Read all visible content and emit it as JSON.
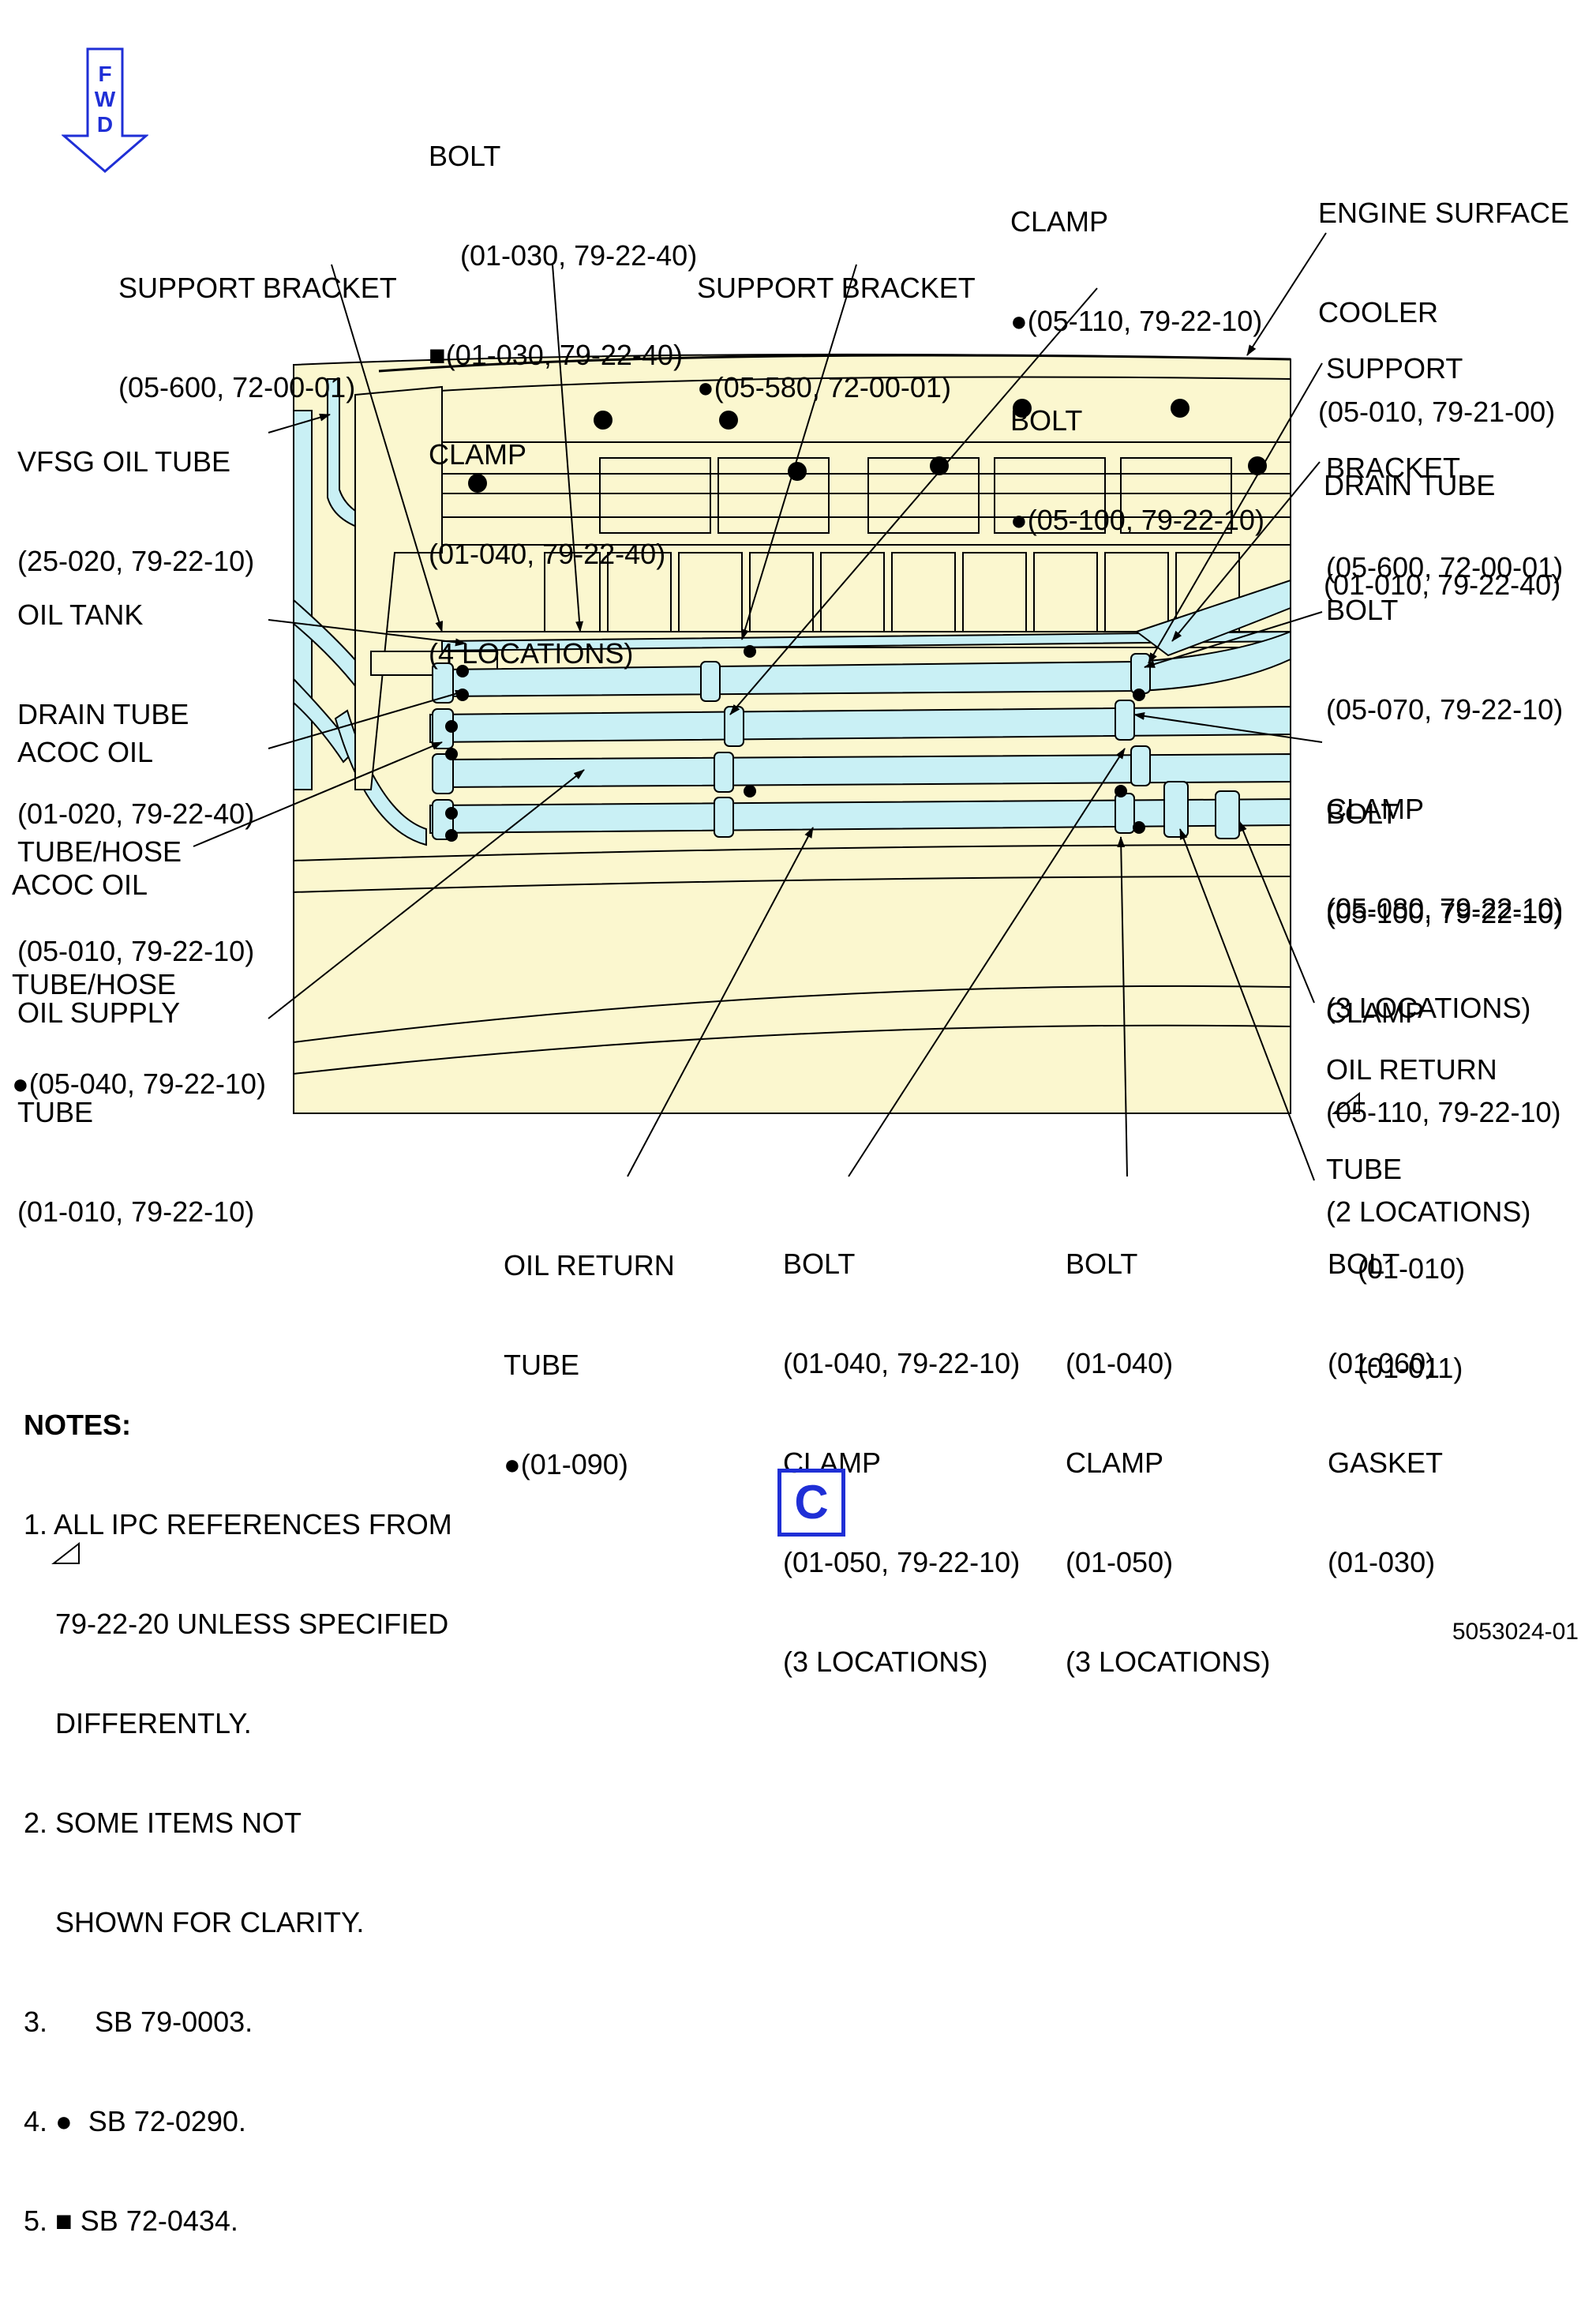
{
  "fwd_arrow": {
    "letters": [
      "F",
      "W",
      "D"
    ]
  },
  "view_label": "C",
  "figure_number": "5053024-01",
  "colors": {
    "structure": "#fbf7cf",
    "tubes": "#c9f0f5",
    "accent": "#1f2fd6",
    "lines": "#000000"
  },
  "labels": {
    "bolt_clamp_top": [
      "BOLT",
      "    (01-030, 79-22-40)",
      "■(01-030, 79-22-40)",
      "CLAMP",
      "(01-040, 79-22-40)",
      "(4 LOCATIONS)"
    ],
    "support_bracket_left": [
      "SUPPORT BRACKET",
      "(05-600, 72-00-01)"
    ],
    "support_bracket_mid": [
      "SUPPORT BRACKET",
      "●(05-580, 72-00-01)"
    ],
    "clamp_bolt_top": [
      "CLAMP",
      "●(05-110, 79-22-10)",
      "BOLT",
      "●(05-100, 79-22-10)"
    ],
    "engine_surface_cooler": [
      "ENGINE SURFACE",
      "COOLER",
      "(05-010, 79-21-00)"
    ],
    "support_bracket_right": [
      "SUPPORT",
      "BRACKET",
      "(05-600, 72-00-01)"
    ],
    "drain_tube": [
      "DRAIN TUBE",
      "(01-010, 79-22-40)"
    ],
    "bolt_clamp_r1": [
      "BOLT",
      "(05-070, 79-22-10)",
      "CLAMP",
      "(05-080, 79-22-10)",
      "(3 LOCATIONS)"
    ],
    "bolt_clamp_r2": [
      "BOLT",
      "(05-100, 79-22-10)",
      "CLAMP",
      "(05-110, 79-22-10)",
      "(2 LOCATIONS)"
    ],
    "vfsg_oil_tube": [
      "VFSG OIL TUBE",
      "(25-020, 79-22-10)"
    ],
    "oil_tank_drain_tube": [
      "OIL TANK",
      "DRAIN TUBE",
      "(01-020, 79-22-40)"
    ],
    "acoc_oil_tube_1": [
      "ACOC OIL",
      "TUBE/HOSE",
      "(05-010, 79-22-10)"
    ],
    "acoc_oil_tube_2": [
      "ACOC OIL",
      "TUBE/HOSE",
      "●(05-040, 79-22-10)"
    ],
    "oil_supply_tube": [
      "OIL SUPPLY",
      "TUBE",
      "(01-010, 79-22-10)"
    ],
    "oil_return_tube_right": [
      "OIL RETURN",
      "TUBE",
      "    (01-010)",
      "    (01-011)"
    ],
    "oil_return_tube_bottom": [
      "OIL RETURN",
      "TUBE",
      "●(01-090)"
    ],
    "bolt_clamp_b1": [
      "BOLT",
      "(01-040, 79-22-10)",
      "CLAMP",
      "(01-050, 79-22-10)",
      "(3 LOCATIONS)"
    ],
    "bolt_clamp_b2": [
      "BOLT",
      "(01-040)",
      "CLAMP",
      "(01-050)",
      "(3 LOCATIONS)"
    ],
    "bolt_gasket": [
      "BOLT",
      "(01-060)",
      "GASKET",
      "(01-030)"
    ]
  },
  "notes": {
    "title": "NOTES:",
    "lines": [
      "1. ALL IPC REFERENCES FROM",
      "    79-22-20 UNLESS SPECIFIED",
      "    DIFFERENTLY.",
      "2. SOME ITEMS NOT",
      "    SHOWN FOR CLARITY.",
      "3.      SB 79-0003.",
      "4. ●  SB 72-0290.",
      "5. ■ SB 72-0434."
    ]
  }
}
